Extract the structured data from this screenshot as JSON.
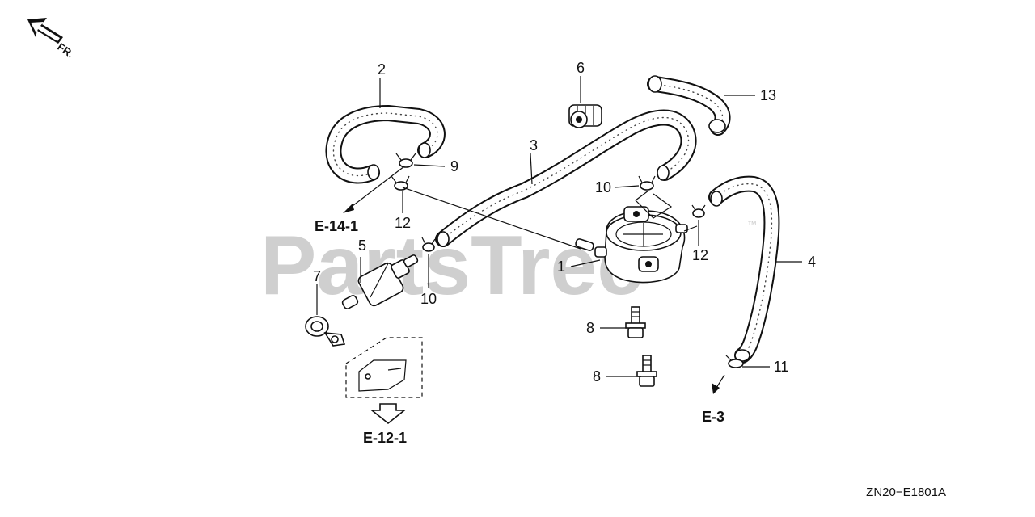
{
  "diagram": {
    "watermark": "PartsTree",
    "watermark_mark": "™",
    "front_indicator": "FR.",
    "diagram_code": "ZN20−E1801A",
    "callouts": [
      "1",
      "2",
      "3",
      "4",
      "5",
      "6",
      "7",
      "8",
      "8",
      "9",
      "10",
      "10",
      "11",
      "12",
      "12",
      "13"
    ],
    "references": [
      "E-14-1",
      "E-12-1",
      "E-3"
    ]
  }
}
